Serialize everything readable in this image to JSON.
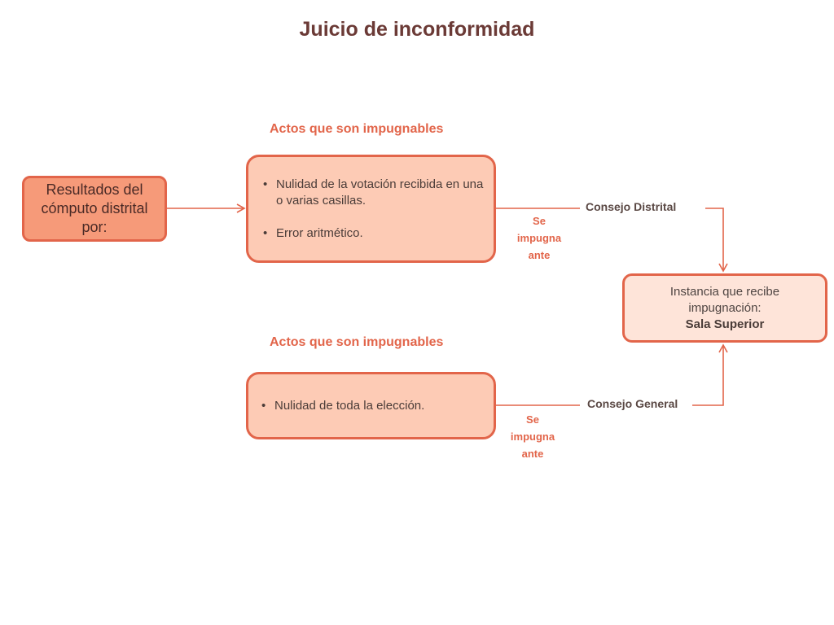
{
  "title": "Juicio de inconformidad",
  "source_box": {
    "text": "Resultados del cómputo distrital por:"
  },
  "acts_top": {
    "label": "Actos que son impugnables",
    "items": [
      "Nulidad de la votación recibida en una o varias casillas.",
      "Error aritmético."
    ]
  },
  "acts_bottom": {
    "label": "Actos que son impugnables",
    "items": [
      "Nulidad de toda la elección."
    ]
  },
  "edges": {
    "top_body": "Consejo Distrital",
    "bottom_body": "Consejo General",
    "top_connector": [
      "Se",
      "impugna",
      "ante"
    ],
    "bottom_connector": [
      "Se",
      "impugna",
      "ante"
    ]
  },
  "target_box": {
    "line1": "Instancia que recibe",
    "line2": "impugnación:",
    "line3": "Sala Superior"
  },
  "colors": {
    "accent": "#e2654a",
    "source_fill": "#f69a79",
    "acts_fill": "#fdcbb5",
    "target_fill": "#fee4d9",
    "title": "#6b3a36"
  }
}
